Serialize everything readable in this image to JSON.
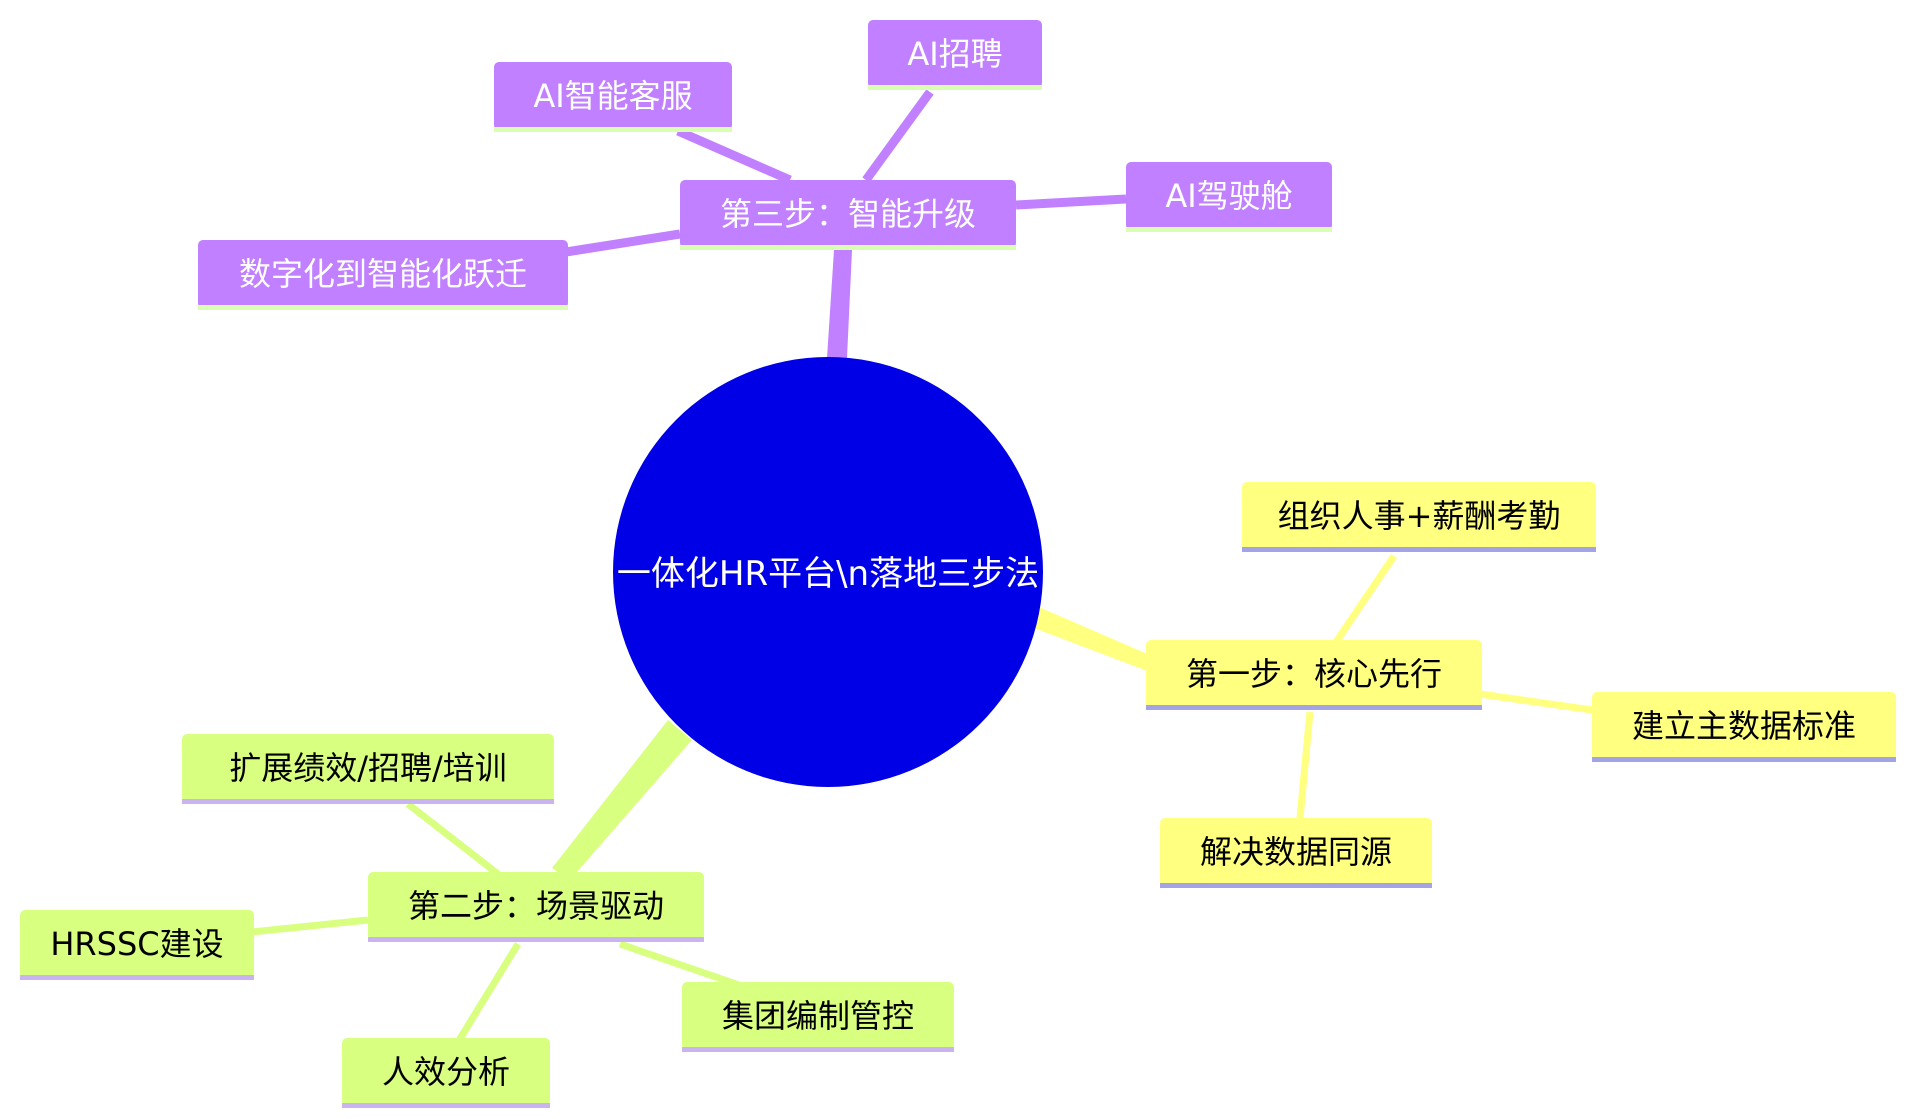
{
  "root": {
    "label": "一体化HR平台\\n落地三步法"
  },
  "branches": {
    "step1": {
      "label": "第一步：核心先行",
      "children": [
        "组织人事+薪酬考勤",
        "建立主数据标准",
        "解决数据同源"
      ]
    },
    "step2": {
      "label": "第二步：场景驱动",
      "children": [
        "扩展绩效/招聘/培训",
        "HRSSC建设",
        "人效分析",
        "集团编制管控"
      ]
    },
    "step3": {
      "label": "第三步：智能升级",
      "children": [
        "AI智能客服",
        "AI招聘",
        "AI驾驶舱",
        "数字化到智能化跃迁"
      ]
    }
  },
  "colors": {
    "root": "#0000e6",
    "step1": "#ffff80",
    "step1_underline": "#a3a3e6",
    "step2": "#d9ff80",
    "step2_underline": "#c9b3f0",
    "step3": "#c080ff",
    "step3_underline": "#d9ffb3"
  }
}
